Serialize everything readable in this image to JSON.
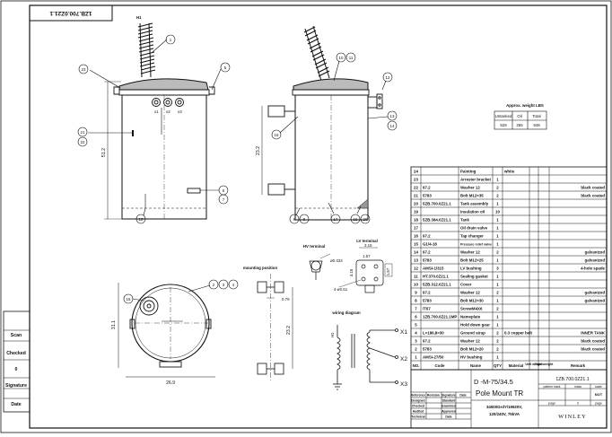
{
  "drawing_number": "1ZB.700.0Z21.1",
  "left_block": {
    "labels": [
      "Scan",
      "Checked",
      "0",
      "Signature",
      "Date"
    ]
  },
  "views": {
    "front": {
      "top_label": "H1",
      "bushing_labels": [
        "x1",
        "x2",
        "x3"
      ],
      "height_dim": "51.2",
      "balloons": [
        "1",
        "23",
        "5",
        "21",
        "22",
        "18",
        "6",
        "7"
      ]
    },
    "side": {
      "height_dim": "23.2",
      "balloons": [
        "10",
        "11",
        "12",
        "13",
        "14",
        "16",
        "8",
        "9",
        "17",
        "19",
        "20"
      ]
    },
    "top": {
      "caption": "mounting position",
      "dim_width": "26.9",
      "dim_height": "31.1",
      "balloons": [
        "15",
        "2",
        "3",
        "4"
      ]
    },
    "bracket": {
      "dim_small": "0.79",
      "dim_height": "23.2"
    },
    "hv_terminal": {
      "caption": "HV terminal",
      "dim": "ø0.433"
    },
    "lv_terminal": {
      "caption": "LV terminal",
      "dims": [
        "3.15",
        "1.57",
        "3.15",
        "1.57",
        "4-ø0.51"
      ]
    },
    "wiring": {
      "caption": "wiring diagram",
      "terminals": [
        "X1",
        "X2",
        "X3"
      ],
      "hv_label": "H1"
    }
  },
  "weights": {
    "title": "Approx. weight LBS",
    "headers": [
      "Untanked",
      "Oil",
      "Total"
    ],
    "values": [
      "529",
      "265",
      "948"
    ]
  },
  "bom": {
    "rows": [
      [
        "24",
        "",
        "Painting",
        "",
        "white",
        ""
      ],
      [
        "23",
        "",
        "Arrester bracket",
        "1",
        "",
        ""
      ],
      [
        "22",
        "97.2",
        "Washer 12",
        "2",
        "",
        "black coated"
      ],
      [
        "21",
        "5783",
        "Bolt M12×35",
        "2",
        "",
        "black coated"
      ],
      [
        "20",
        "5ZB.700.0Z21.1",
        "Tank assembly",
        "1",
        "",
        ""
      ],
      [
        "19",
        "",
        "Insulation oil",
        "10",
        "",
        ""
      ],
      [
        "18",
        "5ZB.384.0Z21.1",
        "Tank",
        "1",
        "",
        ""
      ],
      [
        "17",
        "",
        "Oil drain valve",
        "1",
        "",
        ""
      ],
      [
        "16",
        "97.2",
        "Tap changer",
        "1",
        "",
        ""
      ],
      [
        "15",
        "G1/4-18",
        "Pressure relief valve",
        "1",
        "",
        ""
      ],
      [
        "14",
        "97.2",
        "Washer 12",
        "2",
        "",
        "galvanized"
      ],
      [
        "13",
        "5783",
        "Bolt M12×25",
        "1",
        "",
        "galvanized"
      ],
      [
        "12",
        "AMSI-1/315",
        "LV bushing",
        "3",
        "",
        "4-hole spade"
      ],
      [
        "11",
        "HT.370.0Z21.1",
        "Sealing gasket",
        "1",
        "",
        ""
      ],
      [
        "10",
        "5ZB.312.0Z21.1",
        "Cover",
        "1",
        "",
        ""
      ],
      [
        "9",
        "97.2",
        "Washer 12",
        "2",
        "",
        "galvanized"
      ],
      [
        "8",
        "5783",
        "Bolt M12×30",
        "1",
        "",
        "galvanized"
      ],
      [
        "7",
        "/T67",
        "ScrewM4X6",
        "2",
        "",
        ""
      ],
      [
        "6",
        "1ZB.700.0Z21.1MP",
        "Nameplate",
        "1",
        "",
        ""
      ],
      [
        "5",
        "",
        "Hold down gear",
        "1",
        "",
        ""
      ],
      [
        "4",
        "L=186,8=30",
        "Ground strap",
        "2",
        "0.3 copper belt",
        "INNER TANK"
      ],
      [
        "3",
        "97.2",
        "Washer 12",
        "2",
        "",
        "black coated"
      ],
      [
        "2",
        "5783",
        "Bolt M12×20",
        "2",
        "",
        "black coated"
      ],
      [
        "1",
        "AMSI-27/50",
        "HV bushing",
        "1",
        "",
        ""
      ]
    ],
    "headers": [
      "NO.",
      "Code",
      "Name",
      "QTY",
      "Material",
      "Unit weight",
      "Total weight",
      "Remark"
    ]
  },
  "title_block": {
    "designation": "D -M-75/34.5",
    "product": "Pole Mount TR",
    "rating1": "34500GrdY/19920V,",
    "rating2": "120/240V, 75kVA",
    "drawing_no": "1ZB.700.0Z21.1",
    "company": "WINLEY",
    "meta_headers": [
      "pattern mark",
      "mass",
      "scale"
    ],
    "scale": "NOT",
    "page_labels": [
      "page",
      "0",
      "page"
    ],
    "left_rows": [
      "Reference",
      "Revision",
      "Signature",
      "Date",
      "Designed",
      "Standard",
      "Checked",
      "Examined",
      "Audited",
      "Approved",
      "Technical",
      "Date"
    ]
  }
}
